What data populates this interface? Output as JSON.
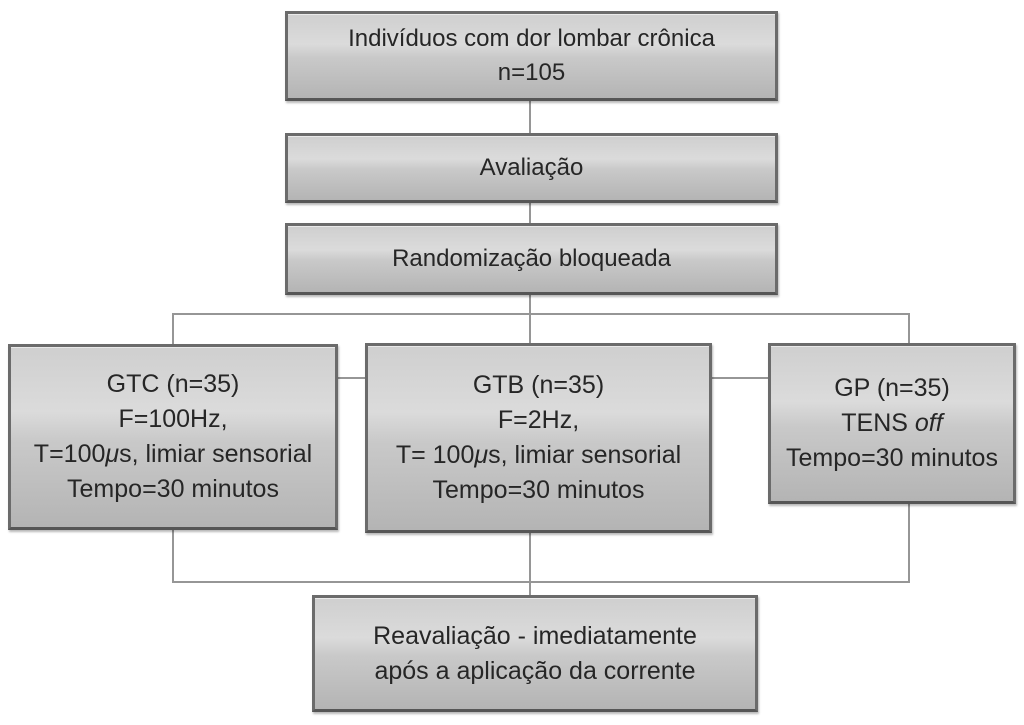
{
  "colors": {
    "background": "#ffffff",
    "box_border": "#6b6b6b",
    "box_border_dark": "#565656",
    "box_fill_top": "#cfcfcf",
    "box_fill_light": "#dbdbdb",
    "box_fill_mid": "#c9c9c9",
    "box_fill_dark": "#b4b4b4",
    "connector_line": "#969696",
    "text": "#262626"
  },
  "boxes": {
    "individuos": {
      "line1": "Indivíduos com dor lombar crônica",
      "line2": "n=105"
    },
    "avaliacao": {
      "line1": "Avaliação"
    },
    "randomizacao": {
      "line1": "Randomização bloqueada"
    },
    "gtc": {
      "line1": "GTC (n=35)",
      "line2": "F=100Hz,",
      "line3": {
        "pre": "T=100",
        "mu": "μ",
        "post": "s, limiar sensorial"
      },
      "line4": "Tempo=30 minutos"
    },
    "gtb": {
      "line1": "GTB (n=35)",
      "line2": "F=2Hz,",
      "line3": {
        "pre": "T= 100",
        "mu": "μ",
        "post": "s, limiar sensorial"
      },
      "line4": "Tempo=30 minutos"
    },
    "gp": {
      "line1": "GP (n=35)",
      "line2": {
        "pre": "TENS ",
        "italic": "off"
      },
      "line3": "Tempo=30 minutos"
    },
    "reavaliacao": {
      "line1": "Reavaliação - imediatamente",
      "line2": "após a aplicação da corrente"
    }
  }
}
